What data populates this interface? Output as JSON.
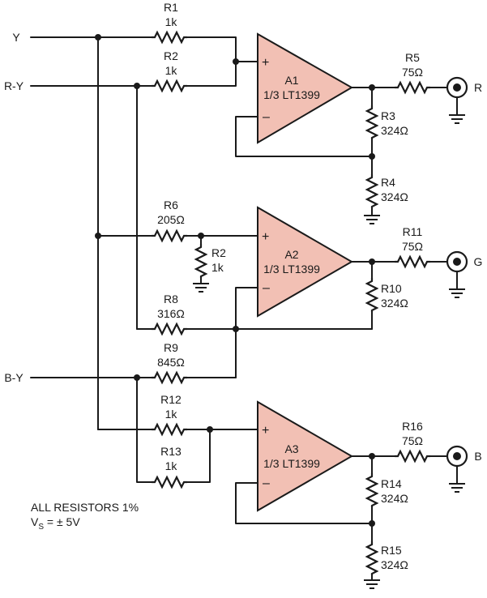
{
  "inputs": {
    "y": "Y",
    "r_y": "R-Y",
    "b_y": "B-Y"
  },
  "outputs": {
    "r": "R",
    "g": "G",
    "b": "B"
  },
  "amplifiers": [
    {
      "name": "A1",
      "part": "1/3 LT1399"
    },
    {
      "name": "A2",
      "part": "1/3 LT1399"
    },
    {
      "name": "A3",
      "part": "1/3 LT1399"
    }
  ],
  "pins": {
    "plus": "+",
    "minus": "–"
  },
  "resistors": {
    "r1": {
      "ref": "R1",
      "value": "1k"
    },
    "r2": {
      "ref": "R2",
      "value": "1k"
    },
    "r5": {
      "ref": "R5",
      "value": "75Ω"
    },
    "r3": {
      "ref": "R3",
      "value": "324Ω"
    },
    "r4": {
      "ref": "R4",
      "value": "324Ω"
    },
    "r6": {
      "ref": "R6",
      "value": "205Ω"
    },
    "r2b": {
      "ref": "R2",
      "value": "1k"
    },
    "r11": {
      "ref": "R11",
      "value": "75Ω"
    },
    "r10": {
      "ref": "R10",
      "value": "324Ω"
    },
    "r8": {
      "ref": "R8",
      "value": "316Ω"
    },
    "r9": {
      "ref": "R9",
      "value": "845Ω"
    },
    "r12": {
      "ref": "R12",
      "value": "1k"
    },
    "r13": {
      "ref": "R13",
      "value": "1k"
    },
    "r16": {
      "ref": "R16",
      "value": "75Ω"
    },
    "r14": {
      "ref": "R14",
      "value": "324Ω"
    },
    "r15": {
      "ref": "R15",
      "value": "324Ω"
    }
  },
  "notes": {
    "line1": "ALL RESISTORS 1%",
    "vs_main": "V",
    "vs_sub": "S",
    "vs_rest": " = ± 5V"
  },
  "colors": {
    "amplifier_fill": "#f2c0b4",
    "line": "#1a1a1a"
  }
}
